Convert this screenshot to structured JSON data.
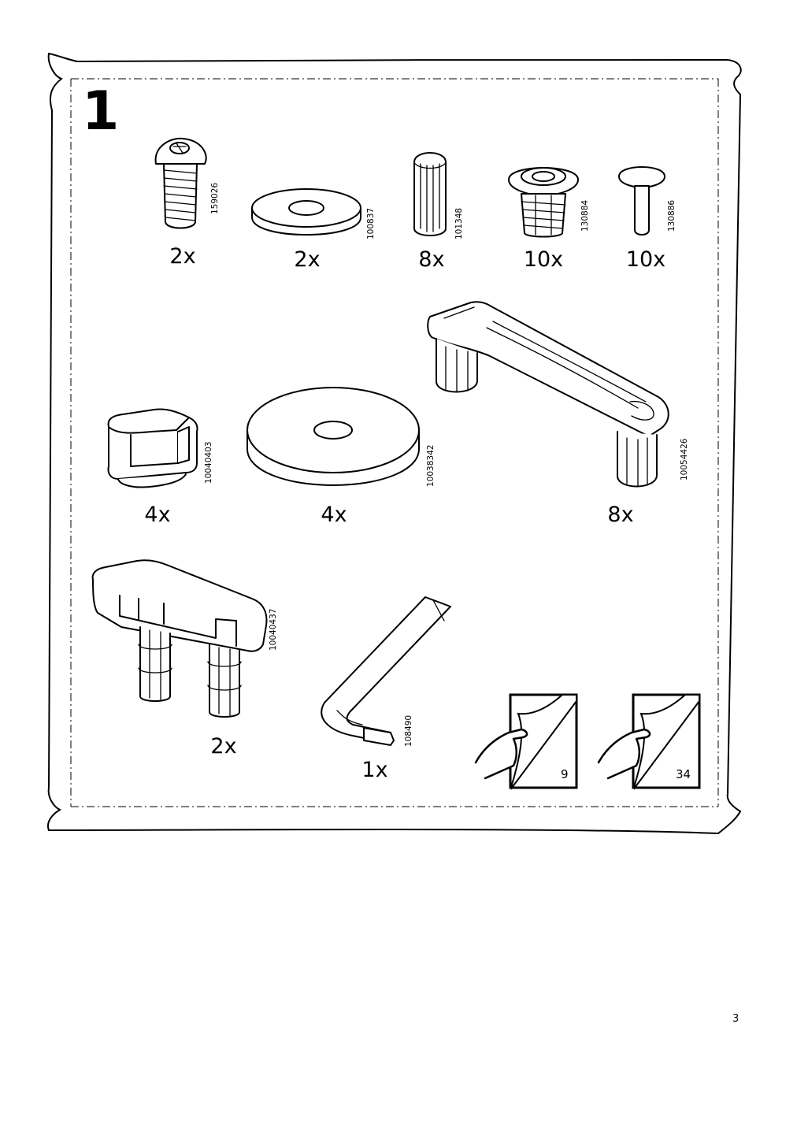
{
  "step": {
    "number": "1"
  },
  "parts": [
    {
      "id": "screw",
      "icon": "screw-icon",
      "article": "159026",
      "quantity": "2x"
    },
    {
      "id": "washer",
      "icon": "washer-icon",
      "article": "100837",
      "quantity": "2x"
    },
    {
      "id": "dowel",
      "icon": "dowel-icon",
      "article": "101348",
      "quantity": "8x"
    },
    {
      "id": "insert-nut",
      "icon": "insert-nut-icon",
      "article": "130884",
      "quantity": "10x"
    },
    {
      "id": "pin",
      "icon": "pin-icon",
      "article": "130886",
      "quantity": "10x"
    },
    {
      "id": "clip",
      "icon": "clip-icon",
      "article": "10040403",
      "quantity": "4x"
    },
    {
      "id": "disc",
      "icon": "disc-icon",
      "article": "10038342",
      "quantity": "4x"
    },
    {
      "id": "handle",
      "icon": "handle-icon",
      "article": "10054426",
      "quantity": "8x"
    },
    {
      "id": "connector",
      "icon": "connector-icon",
      "article": "10040437",
      "quantity": "2x"
    },
    {
      "id": "allen-key",
      "icon": "allen-key-icon",
      "article": "108490",
      "quantity": "1x"
    }
  ],
  "page_refs": [
    {
      "icon": "turn-page-icon",
      "page": "9"
    },
    {
      "icon": "turn-page-icon",
      "page": "34"
    }
  ],
  "page_number": "3"
}
